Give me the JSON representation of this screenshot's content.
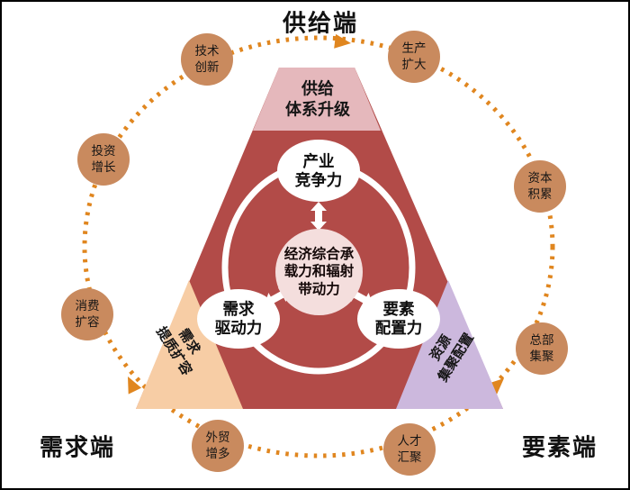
{
  "corners": {
    "top": "供给端",
    "bottom_left": "需求端",
    "bottom_right": "要素端"
  },
  "triangle": {
    "top_wedge": {
      "line1": "供给",
      "line2": "体系升级"
    },
    "left_wedge": {
      "line1": "需求",
      "line2": "提质扩容"
    },
    "right_wedge": {
      "line1": "资源",
      "line2": "集聚配置"
    },
    "center_circle": {
      "line1": "经济综合承",
      "line2": "载力和辐射",
      "line3": "带动力"
    },
    "top_circle": {
      "line1": "产业",
      "line2": "竞争力"
    },
    "left_circle": {
      "line1": "需求",
      "line2": "驱动力"
    },
    "right_circle": {
      "line1": "要素",
      "line2": "配置力"
    }
  },
  "cycle": {
    "items": [
      {
        "id": "tech-innovation",
        "line1": "技术",
        "line2": "创新"
      },
      {
        "id": "production-expansion",
        "line1": "生产",
        "line2": "扩大"
      },
      {
        "id": "investment-growth",
        "line1": "投资",
        "line2": "增长"
      },
      {
        "id": "capital-accumulation",
        "line1": "资本",
        "line2": "积累"
      },
      {
        "id": "consumption-expansion",
        "line1": "消费",
        "line2": "扩容"
      },
      {
        "id": "headquarters-clustering",
        "line1": "总部",
        "line2": "集聚"
      },
      {
        "id": "foreign-trade-increase",
        "line1": "外贸",
        "line2": "增多"
      },
      {
        "id": "talent-gathering",
        "line1": "人才",
        "line2": "汇聚"
      }
    ]
  },
  "colors": {
    "triangle_body": "#b24b48",
    "supply_wedge_pink": "#e5b8bc",
    "demand_wedge_peach": "#f7cda5",
    "factor_wedge_purple": "#ccb8dd",
    "center_circle_pink": "#f4dedd",
    "cycle_node_tan": "#c98a5e",
    "cycle_dots_orange": "#e0861f",
    "text_black": "#111111"
  }
}
